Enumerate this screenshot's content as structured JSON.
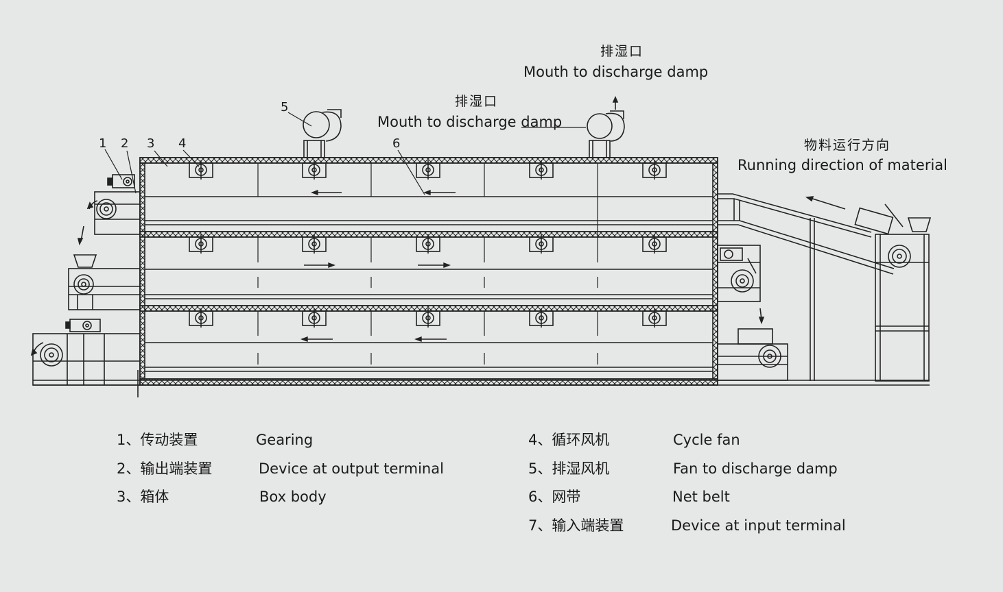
{
  "top_labels": {
    "exhaust_top_cn": "排湿口",
    "exhaust_top_en": "Mouth to discharge damp",
    "exhaust_mid_cn": "排湿口",
    "exhaust_mid_en": "Mouth to discharge damp",
    "direction_cn": "物料运行方向",
    "direction_en": "Running direction of material"
  },
  "callouts": [
    "1",
    "2",
    "3",
    "4",
    "5",
    "6"
  ],
  "legend": [
    {
      "cn": "1、传动装置",
      "en": "Gearing"
    },
    {
      "cn": "2、输出端装置",
      "en": "Device at output terminal"
    },
    {
      "cn": "3、箱体",
      "en": "Box body"
    },
    {
      "cn": "4、循环风机",
      "en": "Cycle fan"
    },
    {
      "cn": "5、排湿风机",
      "en": "Fan to discharge damp"
    },
    {
      "cn": "6、网带",
      "en": "Net belt"
    },
    {
      "cn": "7、输入端装置",
      "en": "Device at input terminal"
    }
  ]
}
